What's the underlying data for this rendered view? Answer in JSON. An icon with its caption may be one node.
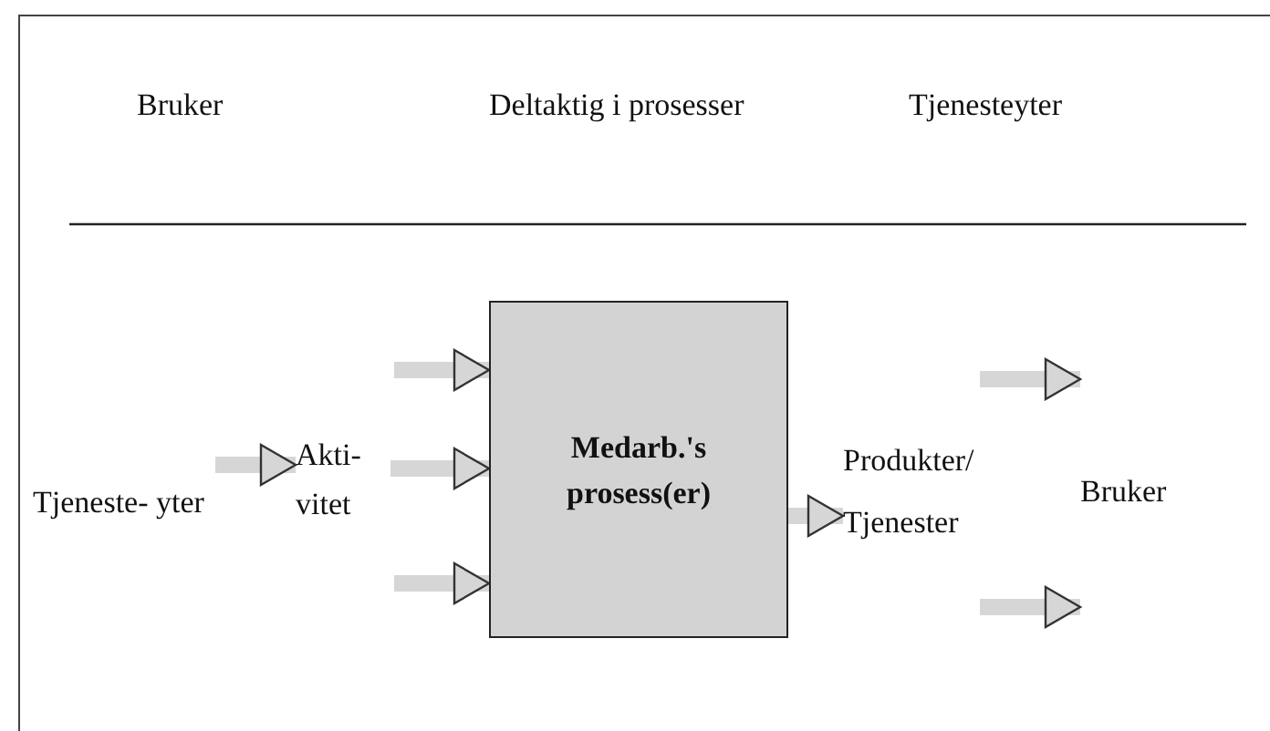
{
  "diagram": {
    "nodes": [
      {
        "text": [
          "Tjeneste- yter"
        ]
      },
      {
        "text": [
          "Akti- vitet"
        ]
      },
      {
        "text": [
          "Medarb.'s prosess(er)"
        ]
      },
      {
        "text": [
          "Produkter/ Tjenester"
        ]
      },
      {
        "text": [
          "Bruker"
        ]
      }
    ],
    "edges": [
      {
        "from": 0,
        "to": 1,
        "arrow": "to"
      },
      {
        "from": null,
        "to": 2,
        "arrow": "to"
      },
      {
        "from": 1,
        "to": 2,
        "arrow": "to"
      },
      {
        "from": null,
        "to": 2,
        "arrow": "to"
      },
      {
        "from": 2,
        "to": 3,
        "arrow": "to"
      },
      {
        "from": null,
        "to": 4,
        "arrow": "to"
      },
      {
        "from": null,
        "to": 4,
        "arrow": "to"
      }
    ],
    "labels": [
      "Bruker",
      "Deltaktig i prosesser",
      "Tjenesteyter"
    ]
  }
}
